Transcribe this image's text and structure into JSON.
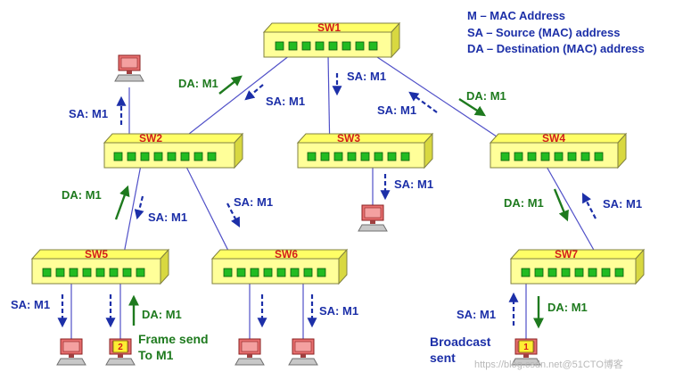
{
  "legend": [
    "M – MAC Address",
    "SA – Source (MAC) address",
    "DA – Destination (MAC) address"
  ],
  "switches": {
    "sw1": "SW1",
    "sw2": "SW2",
    "sw3": "SW3",
    "sw4": "SW4",
    "sw5": "SW5",
    "sw6": "SW6",
    "sw7": "SW7"
  },
  "labels": {
    "sa": "SA: M1",
    "da": "DA: M1"
  },
  "pc_badges": {
    "sender": "1",
    "receiver": "2"
  },
  "notes": {
    "frame_send": [
      "Frame send",
      "To M1"
    ],
    "broadcast": [
      "Broadcast",
      "sent"
    ]
  },
  "watermark": "https://blog.csdn.net@51CTO博客",
  "colors": {
    "switch_fill": "#ffff99",
    "port_fill": "#22bb22",
    "link": "#5050c8",
    "sa_blue": "#1c2fa8",
    "da_green": "#1e7a1e",
    "switch_name_red": "#d41c1c",
    "pc_red": "#e87070"
  }
}
